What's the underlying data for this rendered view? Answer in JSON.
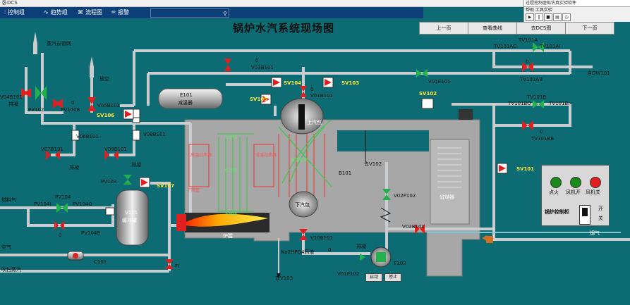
{
  "window": {
    "title": "卧DCS"
  },
  "menubar": {
    "items": [
      {
        "label": "控制组",
        "icon": "sliders-icon",
        "glyph": "⫶"
      },
      {
        "label": "趋势组",
        "icon": "trend-icon",
        "glyph": "∿"
      },
      {
        "label": "流程图",
        "icon": "flowchart-icon",
        "glyph": "⌘"
      },
      {
        "label": "报警",
        "icon": "alarm-icon",
        "glyph": "♒"
      }
    ],
    "search_placeholder": ""
  },
  "sim_panel": {
    "title": "过程控制虚拟仿真实验软件",
    "menu": "帮助   工具实验",
    "tools": [
      "▶",
      "‖",
      "■",
      "▤",
      "◷"
    ]
  },
  "nav": {
    "prev": "上一页",
    "curve": "查看曲线",
    "dcs": "去DCS图",
    "next": "下一页"
  },
  "title": "锅炉水汽系统现场图",
  "labels": {
    "steam_out": "蒸汽去管网",
    "vent": "放空",
    "e101": "E101",
    "e101_name": "减温器",
    "pv102": "PV102",
    "pv102b": "PV102B",
    "v04b101": "V04B101",
    "drain1": "排凝",
    "drain2": "排凝",
    "drain3": "排凝",
    "v05b101": "V05B101",
    "sv106": "SV106",
    "v06b101": "V06B101",
    "v07b101": "V07B101",
    "v08b101": "V08B101",
    "v09b101": "V09B101",
    "v03b101": "V03B101",
    "sv105": "SV105",
    "sv104": "SV104",
    "v01b101": "V01B101",
    "sv103": "SV103",
    "v01e101": "V01E101",
    "sv102": "SV102",
    "tv101a": "TV101A",
    "tv101ao": "TV101AO",
    "tv101ai": "TV101AI",
    "tv101ab": "TV101AB",
    "tv101b": "TV101B",
    "tv101bo": "TV101BO",
    "tv101bi": "TV101BI",
    "tv101bb": "TV101BB",
    "from_dw": "自DW101",
    "sv101": "SV101",
    "b101": "B101",
    "upper_drum": "上汽包",
    "lower_drum": "下汽包",
    "to_v102": "去V102",
    "v02p102": "V02P102",
    "v02b101": "V02B101",
    "v10b101": "V10B101",
    "na2hpo4": "Na2HPO4药液",
    "drain_p": "排凝",
    "p102": "P102",
    "v01p102": "V01P102",
    "to_v103": "去V103",
    "fuel": "燃料气",
    "pv104": "PV104",
    "pv104i": "PV104I",
    "pv104o": "PV104O",
    "pv104b": "PV104B",
    "pv103": "PV103",
    "sv107": "SV107",
    "v101": "V101",
    "v101_name": "缓冲罐",
    "air": "空气",
    "c101": "C101",
    "blow": "吹扫蒸汽",
    "fi": "FI",
    "flue": "烟气",
    "econ": "省煤器",
    "furnace": "炉膛",
    "superheater_hi": "高温过热器",
    "superheater_lo": "低温过热器",
    "waterwall": "水冷壁",
    "conv_tube": "对流管束",
    "upper_header": "上联箱",
    "lower_header": "下联箱",
    "downcomer": "下降管",
    "val0": "0",
    "val0b": "0",
    "val0c": "0",
    "val0d": "0",
    "val0e": "0",
    "val0f": "0",
    "val0g": "0"
  },
  "control_panel": {
    "ignite": "点火",
    "fan_on": "风机开",
    "fan_off": "风机关",
    "title": "锅炉控制柜",
    "sw_on": "开",
    "sw_off": "关"
  },
  "pump_buttons": {
    "start": "启动",
    "stop": "停止"
  },
  "colors": {
    "bg": "#0d6b73",
    "pipe": "#c9cdd0",
    "valve_red": "#e02020",
    "valve_green": "#22b14c",
    "boiler": "#a9a9a9",
    "flame": "#ffcc00"
  }
}
